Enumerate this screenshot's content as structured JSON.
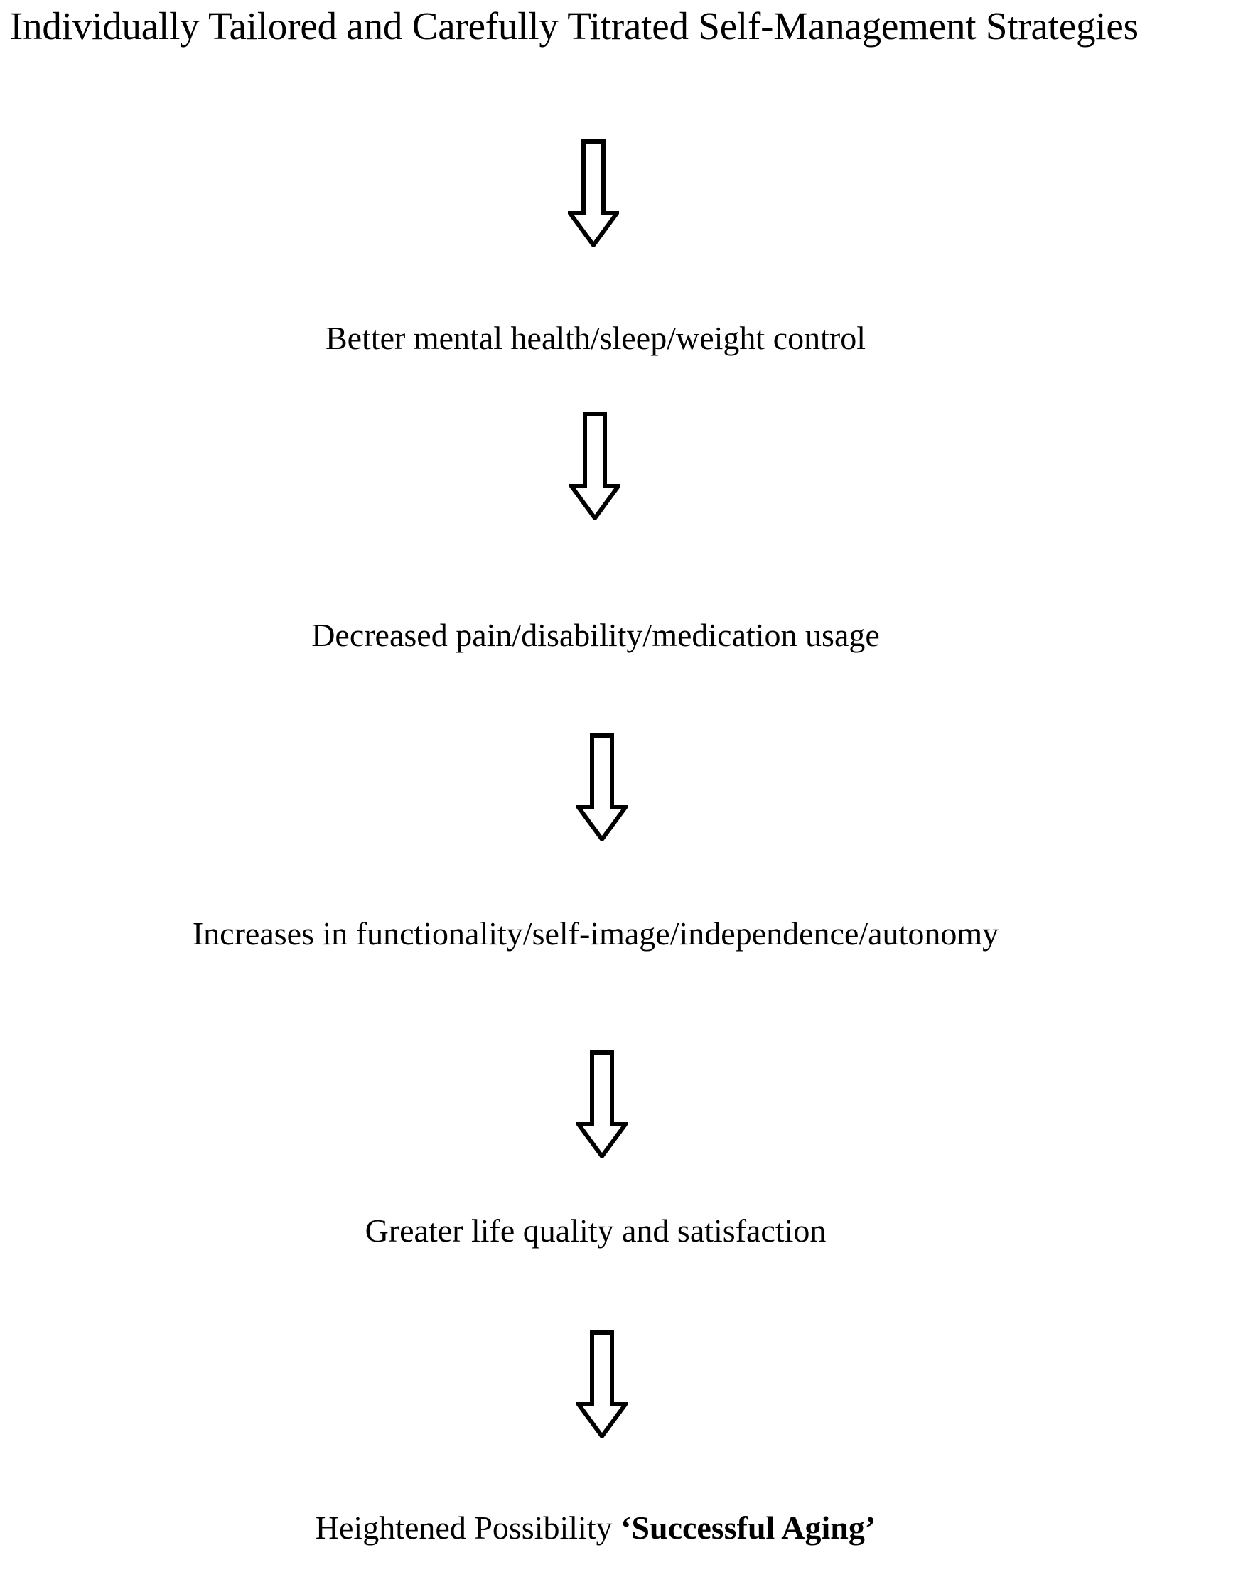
{
  "document": {
    "type": "flow-diagram",
    "orientation": "vertical-top-down",
    "background_color": "#ffffff",
    "text_color": "#000000"
  },
  "title": {
    "text": "Individually Tailored and Carefully Titrated Self-Management Strategies"
  },
  "stages": [
    {
      "id": "stage-1",
      "text": "Better mental health/sleep/weight control"
    },
    {
      "id": "stage-2",
      "text": "Decreased pain/disability/medication usage"
    },
    {
      "id": "stage-3",
      "text": "Increases in functionality/self-image/independence/autonomy"
    },
    {
      "id": "stage-4",
      "text": "Greater life quality and satisfaction"
    },
    {
      "id": "stage-5",
      "prefix": "Heightened Possibility ",
      "emphasis": "‘Successful Aging’"
    }
  ],
  "connectors": [
    {
      "id": "arrow-1",
      "icon": "down-block-arrow-icon",
      "from": "title",
      "to": "stage-1"
    },
    {
      "id": "arrow-2",
      "icon": "down-block-arrow-icon",
      "from": "stage-1",
      "to": "stage-2"
    },
    {
      "id": "arrow-3",
      "icon": "down-block-arrow-icon",
      "from": "stage-2",
      "to": "stage-3"
    },
    {
      "id": "arrow-4",
      "icon": "down-block-arrow-icon",
      "from": "stage-3",
      "to": "stage-4"
    },
    {
      "id": "arrow-5",
      "icon": "down-block-arrow-icon",
      "from": "stage-4",
      "to": "stage-5"
    }
  ],
  "style": {
    "arrow_stroke_color": "#000000",
    "arrow_fill_color": "#ffffff"
  }
}
